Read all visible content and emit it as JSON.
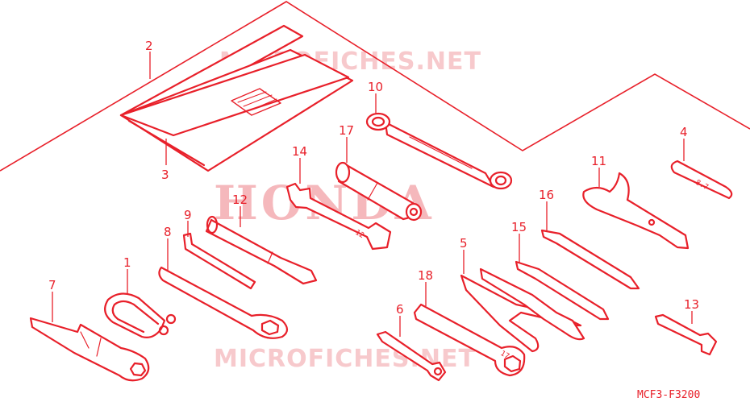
{
  "watermarks": {
    "top": "MICROFICHES.NET",
    "center": "HONDA",
    "bottom": "MICROFICHES.NET"
  },
  "diagram_code": "MCF3-F3200",
  "callouts": [
    "1",
    "2",
    "3",
    "4",
    "5",
    "6",
    "7",
    "8",
    "9",
    "10",
    "11",
    "12",
    "13",
    "14",
    "15",
    "16",
    "17",
    "18"
  ],
  "wrench_marks": {
    "part4": "8.7",
    "part14": "12",
    "part18": "17"
  },
  "colors": {
    "line": "#e8202a",
    "watermark": "#f5b8bc",
    "background": "#ffffff"
  }
}
